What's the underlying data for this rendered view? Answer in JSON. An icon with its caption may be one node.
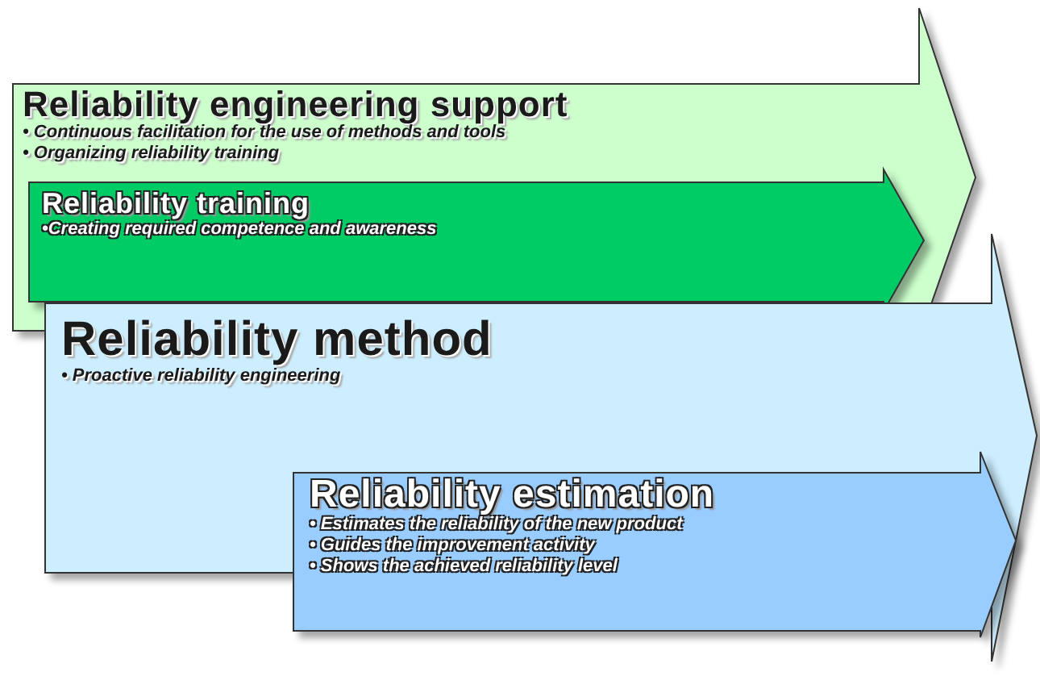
{
  "diagram": {
    "nodes": [
      {
        "text": [
          "Reliability engineering support",
          "• Continuous facilitation for the use of methods and tools",
          "• Organizing reliability training"
        ]
      },
      {
        "text": [
          "Reliability training",
          "•Creating required competence and awareness"
        ],
        "in": 0
      },
      {
        "text": [
          "Reliability method",
          "• Proactive reliability engineering"
        ]
      },
      {
        "text": [
          "Reliability estimation",
          "• Estimates the reliability of the new product",
          "• Guides the improvement activity",
          "• Shows the achieved reliability level"
        ],
        "in": 2
      }
    ]
  }
}
